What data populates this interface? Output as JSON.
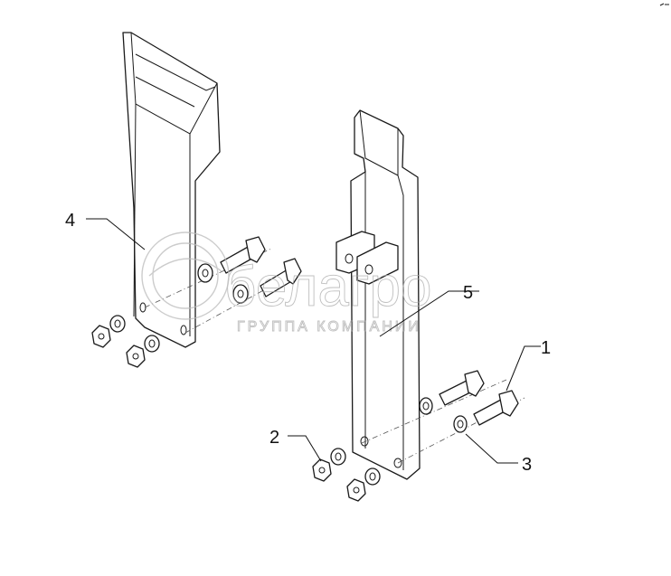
{
  "diagram": {
    "labels": {
      "p1": "1",
      "p2": "2",
      "p3": "3",
      "p4": "4",
      "p5": "5"
    },
    "watermark": {
      "brand": "белагро",
      "subtitle": "ГРУППА КОМПАНИИ"
    }
  }
}
